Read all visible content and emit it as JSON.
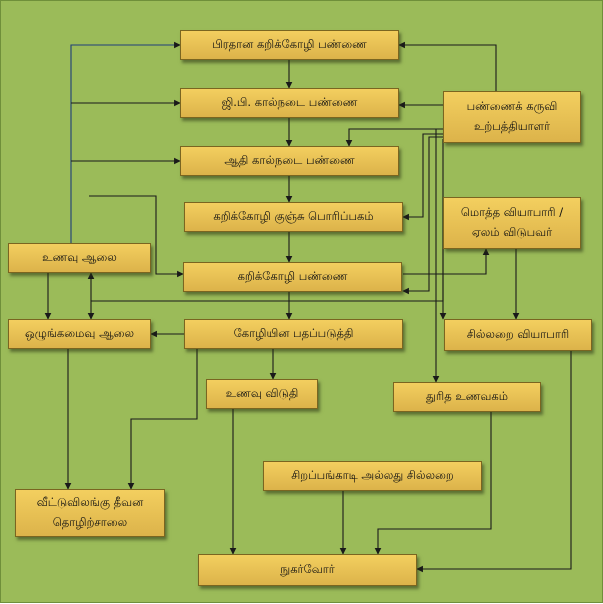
{
  "nodes": {
    "main_farm": "பிரதான கறிக்கோழி  பண்ணை",
    "gp_farm": "ஜி.பி. கால்நடை பண்ணை",
    "parent_farm": "ஆதி கால்நடை பண்ணை",
    "hatchery": "கறிக்கோழி குஞ்சு பொரிப்பகம்",
    "broiler_farm": "கறிக்கோழி பண்ணை",
    "processing": "கோழியின பதப்படுத்தி",
    "feed_mill": "உணவு ஆலை",
    "rendering": "ஒழுங்கமைவு ஆலை",
    "equipment": "பண்ணைக் கருவி\nஉற்பத்தியாளர்",
    "wholesaler": "மொத்த வியாபாரி /\nஏலம் விடுபவர்",
    "retailer": "சில்லறை வியாபாரி",
    "hotel": "உணவு விடுதி",
    "fast_food": "துரித உணவகம்",
    "pet_food": "வீட்டுவிலங்கு தீவன\nதொழிற்சாலை",
    "supermarket": "சிறப்பங்காடி அல்லது சில்லறை",
    "consumer": "நுகர்வோர்"
  },
  "colors": {
    "background": "#9bbb59",
    "node_fill": "#e8c155",
    "node_border": "#7a6520",
    "edge": "#1a1a1a",
    "feed_line": "#1f3f7a"
  }
}
